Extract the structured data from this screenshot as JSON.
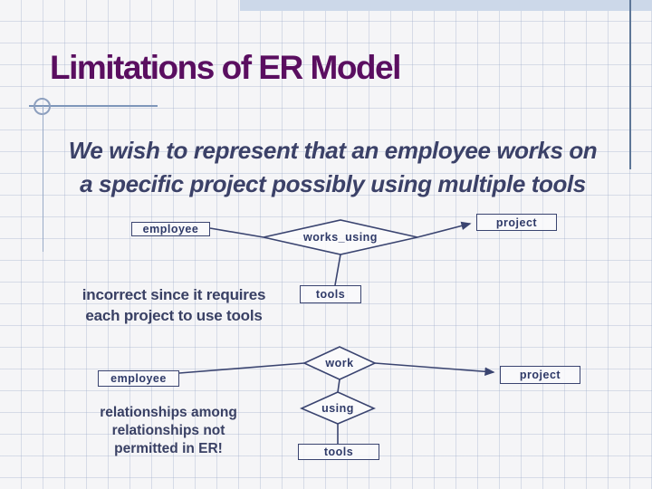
{
  "slide": {
    "title": "Limitations of ER Model",
    "subtitle": {
      "line1": "We wish to represent that an employee works on",
      "line2": "a specific project possibly using multiple tools"
    }
  },
  "diagram1": {
    "entity_left": "employee",
    "relationship": "works_using",
    "entity_right": "project",
    "tools_box": "tools",
    "caption": {
      "line1": "incorrect since it requires",
      "line2": "each project to use tools"
    }
  },
  "diagram2": {
    "entity_left": "employee",
    "relationship_top": "work",
    "entity_right": "project",
    "relationship_bottom": "using",
    "tools_box": "tools",
    "caption": {
      "line1": "relationships among",
      "line2": "relationships not",
      "line3": "permitted in ER!"
    }
  },
  "colors": {
    "title_text": "#5a0e60",
    "body_text": "#3b4168",
    "diagram_ink": "#3a4470",
    "accent_line": "#7e96ba",
    "right_bar": "#5d7697",
    "top_band": "#ccd8e9",
    "background": "#f5f5f7"
  }
}
